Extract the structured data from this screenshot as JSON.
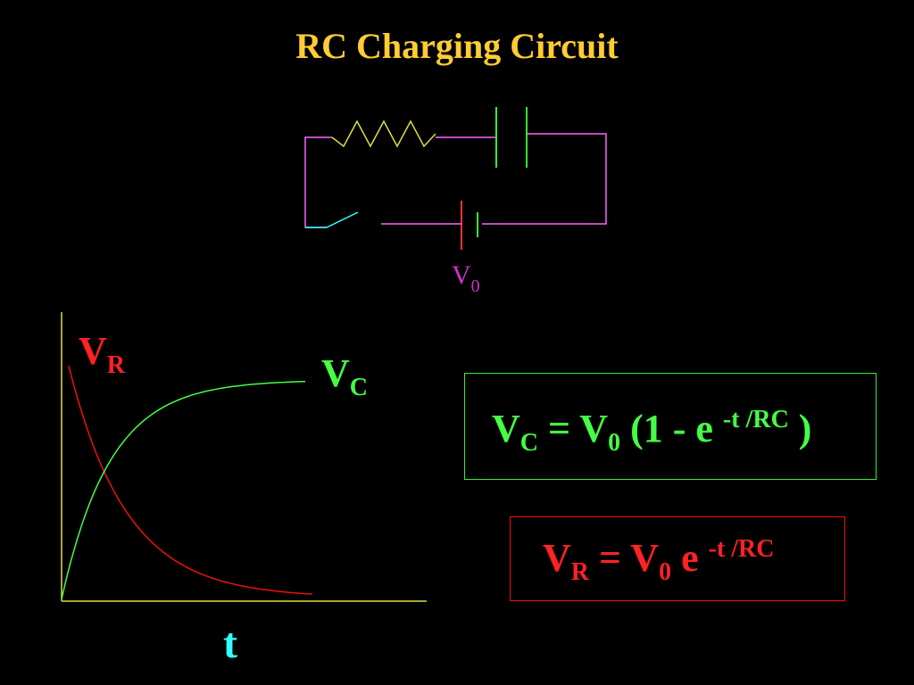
{
  "title": "RC Charging Circuit",
  "colors": {
    "background": "#000000",
    "title": "#ffcc33",
    "vc": "#44ff44",
    "vr": "#ff2222",
    "axis": "#dddd44",
    "t_label": "#33ffff",
    "v0_label": "#cc33cc"
  },
  "circuit": {
    "source_label": "V",
    "source_sub": "0"
  },
  "graph": {
    "vr_label": "V",
    "vr_sub": "R",
    "vc_label": "V",
    "vc_sub": "C",
    "x_label": "t",
    "chart_data": {
      "type": "line",
      "xlabel": "t",
      "series": [
        {
          "name": "VR",
          "function": "V0 e^(-t/RC)"
        },
        {
          "name": "VC",
          "function": "V0 (1 - e^(-t/RC))"
        }
      ]
    }
  },
  "equation_vc": {
    "v": "V",
    "v_sub": "C",
    "eq": " = V",
    "v0_sub": "0",
    "rest": " (1 - e ",
    "exp": "-t /RC",
    "close": " )"
  },
  "equation_vr": {
    "v": "V",
    "v_sub": "R",
    "eq": " = V",
    "v0_sub": "0",
    "rest": " e ",
    "exp": "-t /RC"
  }
}
